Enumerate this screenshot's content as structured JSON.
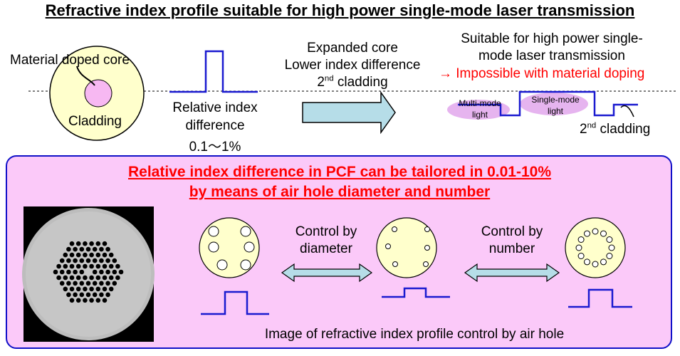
{
  "title": "Refractive index profile suitable for high power single-mode laser transmission",
  "top_left": {
    "core_label": "Material doped core",
    "cladding_label": "Cladding",
    "index_line1": "Relative index",
    "index_line2": "difference",
    "index_line3": "0.1～1%"
  },
  "arrow_text": {
    "line1": "Expanded core",
    "line2": "Lower index difference",
    "line3_main": "2",
    "line3_sup": "nd",
    "line3_rest": " cladding"
  },
  "top_right": {
    "line1": "Suitable for high power single-",
    "line2": "mode laser transmission",
    "impossible": "→ Impossible with material doping",
    "multimode": "Multi-mode",
    "multimode2": "light",
    "singlemode": "Single-mode",
    "singlemode2": "light",
    "second_main": "2",
    "second_sup": "nd",
    "second_rest": " cladding"
  },
  "pcf": {
    "title_line1": "Relative index difference in PCF can be tailored in 0.01-10%",
    "title_line2": "by means of air hole diameter and number",
    "control_diameter_1": "Control by",
    "control_diameter_2": "diameter",
    "control_number_1": "Control by",
    "control_number_2": "number",
    "caption": "Image of refractive index profile control by air hole"
  },
  "colors": {
    "fiber_fill": "#ffffcc",
    "core_fill": "#f7b8f2",
    "profile_line": "#1a1ad0",
    "arrow_fill": "#b6dde8",
    "box_fill": "#fbc9f9",
    "box_border": "#1010c8"
  }
}
